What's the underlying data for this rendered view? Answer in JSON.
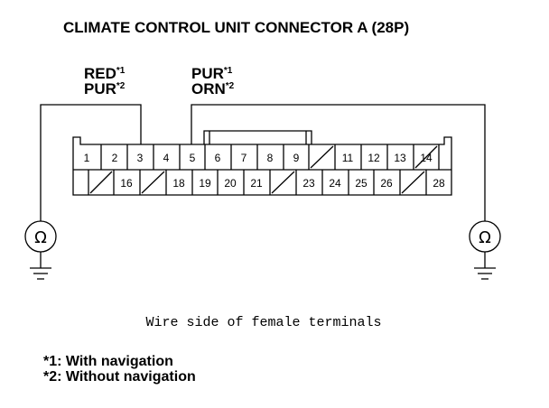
{
  "title": "CLIMATE CONTROL UNIT CONNECTOR A (28P)",
  "wire_labels": {
    "left": {
      "line1": "RED",
      "line1_note": "*1",
      "line2": "PUR",
      "line2_note": "*2"
    },
    "right": {
      "line1": "PUR",
      "line1_note": "*1",
      "line2": "ORN",
      "line2_note": "*2"
    }
  },
  "connector": {
    "top_row": [
      "1",
      "2",
      "3",
      "4",
      "5",
      "6",
      "7",
      "8",
      "9",
      "",
      "11",
      "12",
      "13",
      "14",
      ""
    ],
    "bottom_row": [
      "",
      "16",
      "",
      "18",
      "19",
      "20",
      "21",
      "",
      "23",
      "24",
      "25",
      "26",
      "",
      "28"
    ]
  },
  "meter_symbol": "Ω",
  "caption": "Wire side of female terminals",
  "footnotes": [
    "*1: With navigation",
    "*2: Without navigation"
  ]
}
